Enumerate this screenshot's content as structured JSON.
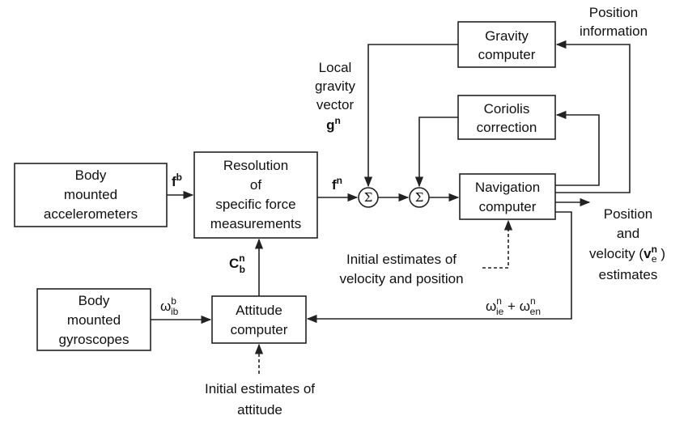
{
  "blocks": {
    "accelerometers": [
      "Body",
      "mounted",
      "accelerometers"
    ],
    "resolution": [
      "Resolution",
      "of",
      "specific force",
      "measurements"
    ],
    "gravity": [
      "Gravity",
      "computer"
    ],
    "coriolis": [
      "Coriolis",
      "correction"
    ],
    "navigation": [
      "Navigation",
      "computer"
    ],
    "gyroscopes": [
      "Body",
      "mounted",
      "gyroscopes"
    ],
    "attitude": [
      "Attitude",
      "computer"
    ]
  },
  "sum_symbol": "Σ",
  "labels": {
    "fb": {
      "base": "f",
      "sup": "b"
    },
    "fn": {
      "base": "f",
      "sup": "n"
    },
    "cnb": {
      "base": "C",
      "sup": "n",
      "sub": "b"
    },
    "omega_ib": {
      "base": "ω",
      "sup": "b",
      "sub": "ib"
    },
    "local_gravity": [
      "Local",
      "gravity",
      "vector"
    ],
    "gn": {
      "base": "g",
      "sup": "n"
    },
    "position_info": [
      "Position",
      "information"
    ],
    "pos_vel_est": [
      "Position",
      "and"
    ],
    "velocity_line": {
      "prefix": "velocity (",
      "base": "v",
      "sup": "n",
      "sub": "e",
      "suffix": " )"
    },
    "estimates": "estimates",
    "init_vel_pos": [
      "Initial estimates of",
      "velocity and position"
    ],
    "omega_sum": {
      "a_base": "ω",
      "a_sup": "n",
      "a_sub": "ie",
      "plus": " + ",
      "b_base": "ω",
      "b_sup": "n",
      "b_sub": "en"
    },
    "init_att": [
      "Initial estimates of",
      "attitude"
    ]
  }
}
